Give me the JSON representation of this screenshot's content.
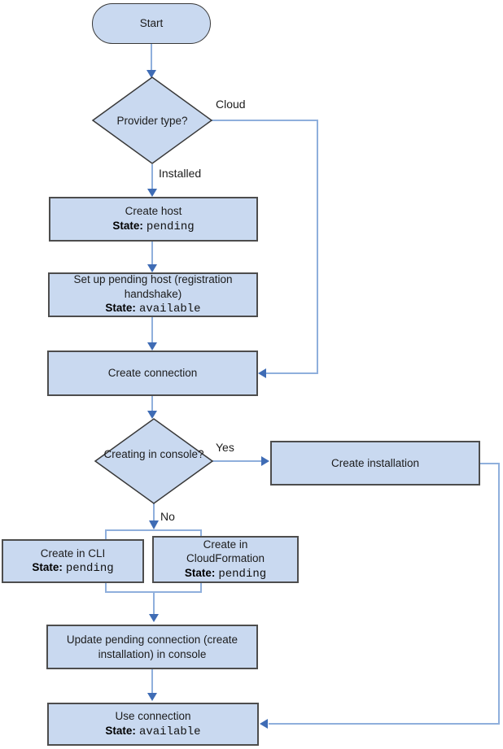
{
  "colors": {
    "shape_fill": "#c9d9f0",
    "box_border": "#4d4d4d",
    "outline_border": "#383838",
    "connector_line": "#8fafdc",
    "arrowhead": "#3f6cb5",
    "text": "#1c1c1c"
  },
  "nodes": {
    "start": {
      "label": "Start"
    },
    "provider_type": {
      "label": "Provider type?"
    },
    "create_host": {
      "line1": "Create host",
      "state_label": "State:",
      "state_value": "pending"
    },
    "setup_host": {
      "line1": "Set up pending host (registration handshake)",
      "state_label": "State:",
      "state_value": "available"
    },
    "create_connection": {
      "label": "Create connection"
    },
    "creating_in_console": {
      "label": "Creating in console?"
    },
    "create_installation": {
      "label": "Create installation"
    },
    "create_in_cli": {
      "line1": "Create in CLI",
      "state_label": "State:",
      "state_value": "pending"
    },
    "create_in_cloudformation": {
      "line1": "Create in CloudFormation",
      "state_label": "State:",
      "state_value": "pending"
    },
    "update_pending_connection": {
      "label": "Update pending connection (create installation) in console"
    },
    "use_connection": {
      "line1": "Use connection",
      "state_label": "State:",
      "state_value": "available"
    }
  },
  "edge_labels": {
    "cloud": "Cloud",
    "installed": "Installed",
    "yes": "Yes",
    "no": "No"
  }
}
